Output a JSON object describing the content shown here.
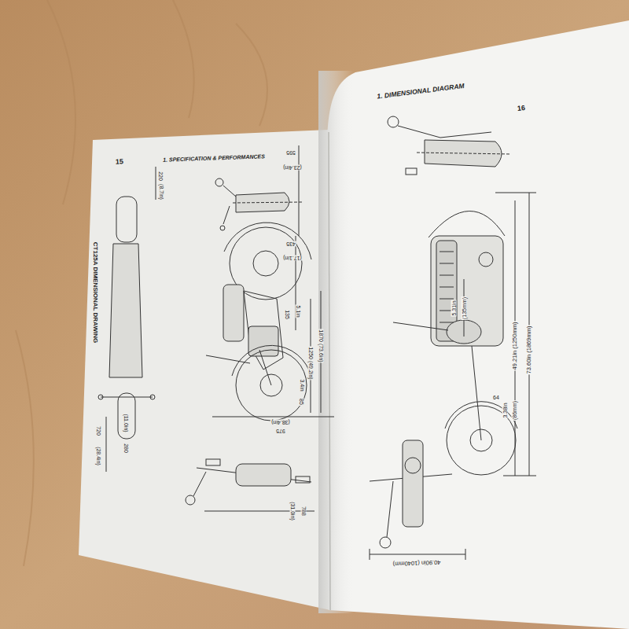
{
  "diagram": {
    "title": "1. DIMENSIONAL DIAGRAM",
    "labels": [
      "15",
      "1. SPECIFICATION & PERFORMANCES",
      "CT125A DIMENSIONAL DRAWING",
      "220",
      "(8.7in)",
      "595",
      "(23.4in)",
      "435",
      "(17.1in)",
      "135",
      "5.1in",
      "1250 (49.2in)",
      "1870 (73.6in)",
      "85",
      "3.4in",
      "975",
      "(38.4in)",
      "720",
      "(28.4in)",
      "280",
      "(11.0in)",
      "788",
      "(31.0in)",
      "16",
      "5.31in",
      "(135mm)",
      "49.21in (1250mm)",
      "73.60in (1869mm)",
      "3.38in",
      "(86mm)",
      "64",
      "40.90in (1040mm)"
    ]
  }
}
